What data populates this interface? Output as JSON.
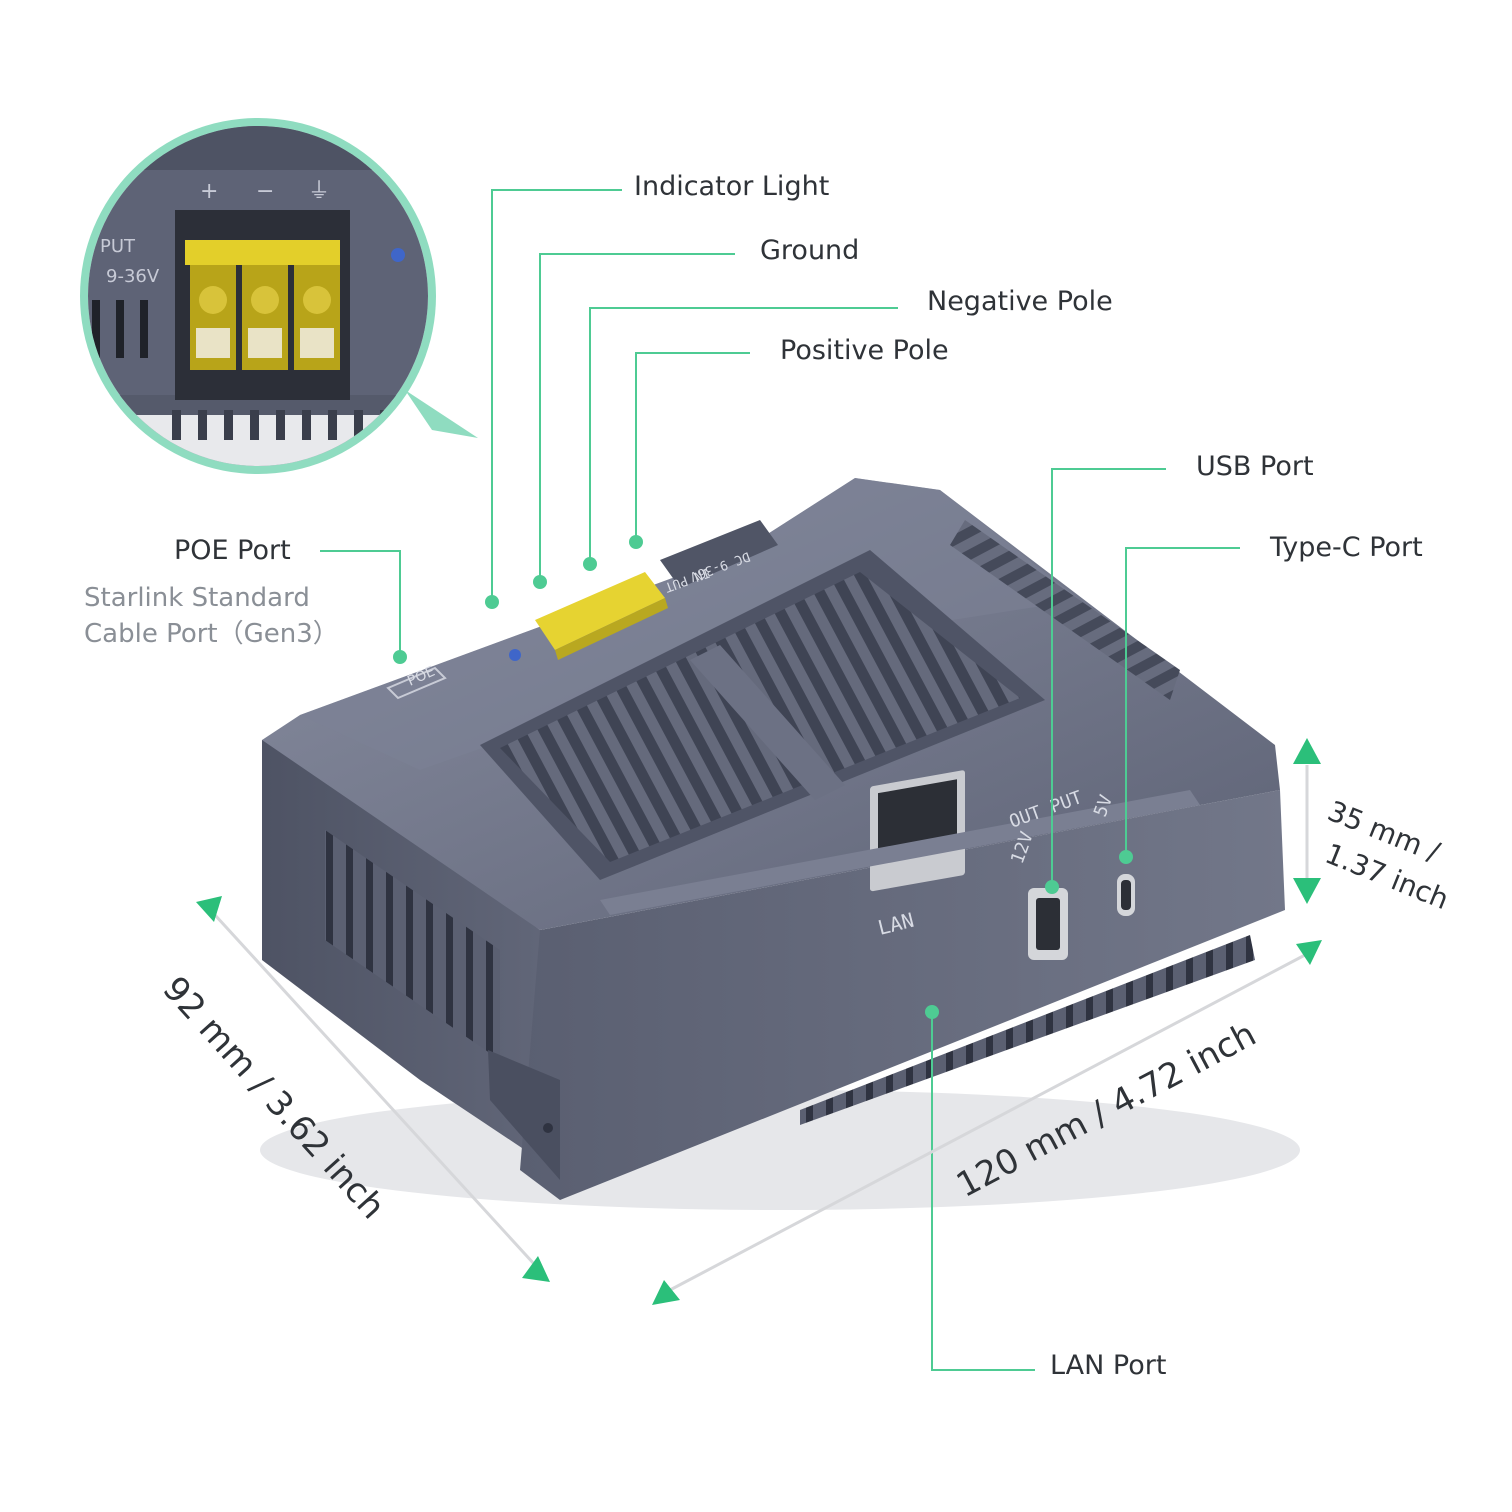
{
  "colors": {
    "accent": "#4ecb93",
    "callout": "#8fdcc0",
    "body": "#6f7487",
    "body_dark": "#4f5466",
    "terminal": "#e8d631"
  },
  "callouts": {
    "indicator_light": "Indicator Light",
    "ground": "Ground",
    "negative_pole": "Negative Pole",
    "positive_pole": "Positive Pole",
    "usb_port": "USB Port",
    "type_c_port": "Type-C Port",
    "poe_port": "POE Port",
    "poe_sub_1": "Starlink Standard",
    "poe_sub_2": "Cable Port（Gen3）",
    "lan_port": "LAN Port"
  },
  "dimensions": {
    "depth": "92 mm / 3.62 inch",
    "width": "120 mm / 4.72 inch",
    "height_1": "35 mm /",
    "height_2": "1.37 inch"
  },
  "device_markings": {
    "poe": "POE",
    "lan": "LAN",
    "out_put": "OUT PUT",
    "v12": "12V",
    "v5": "5V",
    "in_put": "IN PUT",
    "dc_range": "DC 9-36V",
    "zoom_plus": "+",
    "zoom_minus": "−",
    "zoom_ground": "⏚",
    "zoom_put": "PUT",
    "zoom_range": "9-36V"
  }
}
